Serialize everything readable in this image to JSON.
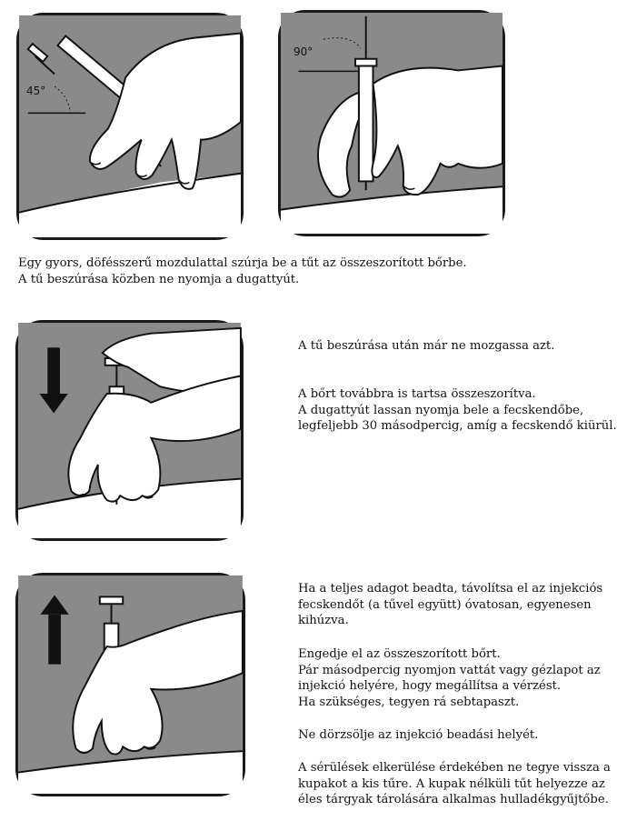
{
  "figures": {
    "step1_angle_label": "45°",
    "step2_angle_label": "90°"
  },
  "intro": {
    "line1": "Egy gyors, döfésszerű mozdulattal szúrja be a tűt az összeszorított bőrbe.",
    "line2": "A tű beszúrása közben ne nyomja a dugattyút."
  },
  "step3": {
    "p1": "A tű beszúrása után már ne mozgassa azt.",
    "p2_l1": "A bőrt továbbra is tartsa összeszorítva.",
    "p2_l2": "A dugattyút lassan nyomja bele a fecskendőbe,",
    "p2_l3": "legfeljebb 30 másodpercig, amíg a fecskendő kiürül."
  },
  "step4": {
    "p1_l1": "Ha a teljes adagot beadta, távolítsa el az injekciós",
    "p1_l2": "fecskendőt (a tűvel együtt) óvatosan, egyenesen",
    "p1_l3": "kihúzva.",
    "p2_l1": "Engedje el az összeszorított bőrt.",
    "p2_l2": "Pár másodpercig nyomjon vattát vagy gézlapot az",
    "p2_l3": "injekció helyére, hogy megállítsa a vérzést.",
    "p2_l4": "Ha szükséges, tegyen rá sebtapaszt.",
    "p3": "Ne dörzsölje az injekció beadási helyét.",
    "p4_l1": "A sérülések elkerülése érdekében ne tegye vissza a",
    "p4_l2": "kupakot a kis tűre. A kupak nélküli tűt helyezze az",
    "p4_l3": "éles tárgyak tárolására alkalmas hulladékgyűjtőbe."
  }
}
